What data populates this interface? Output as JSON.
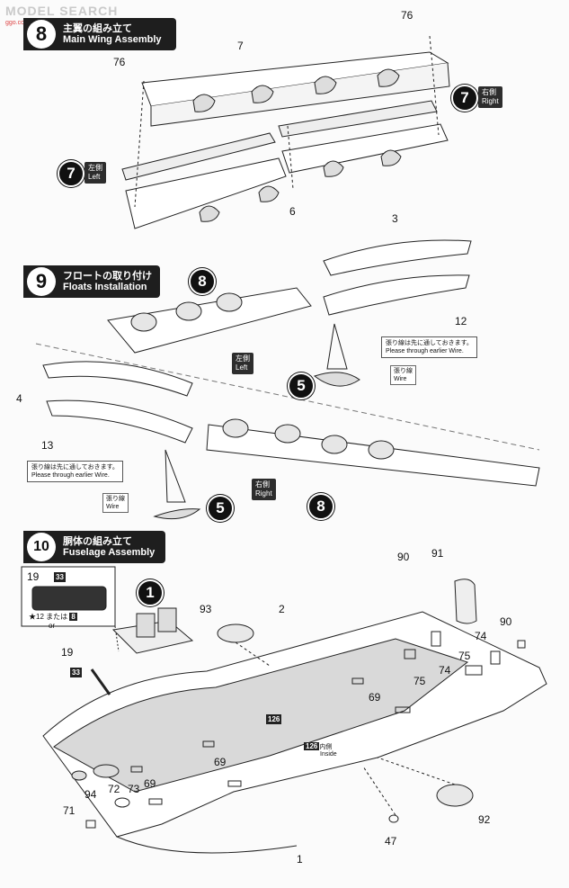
{
  "watermark": {
    "text": "MODEL SEARCH",
    "sub": "ggo.com"
  },
  "steps": [
    {
      "num": "8",
      "jp": "主翼の組み立て",
      "en": "Main Wing Assembly"
    },
    {
      "num": "9",
      "jp": "フロートの取り付け",
      "en": "Floats Installation"
    },
    {
      "num": "10",
      "jp": "胴体の組み立て",
      "en": "Fuselage Assembly"
    }
  ],
  "sides": {
    "right_jp": "右側",
    "right_en": "Right",
    "left_jp": "左側",
    "left_en": "Left"
  },
  "callouts": {
    "wire_jp": "張り線は先に通しておきます。",
    "wire_en": "Please through earlier Wire.",
    "wire_tag_jp": "張り線",
    "wire_tag_en": "Wire"
  },
  "inset": {
    "or_jp": "または",
    "or_en": "or",
    "decal_a": "12",
    "decal_b": "8",
    "decal_33": "33"
  },
  "inside": {
    "jp": "内側",
    "en": "Inside",
    "decal": "126"
  },
  "part_numbers": {
    "p76a": "76",
    "p76b": "76",
    "p7": "7",
    "p6": "6",
    "p7r": "7",
    "p7l": "7",
    "p3": "3",
    "p12": "12",
    "p4": "4",
    "p13": "13",
    "p8a": "8",
    "p8b": "8",
    "p5a": "5",
    "p5b": "5",
    "p90a": "90",
    "p91": "91",
    "p93": "93",
    "p2": "2",
    "p19a": "19",
    "p19b": "19",
    "p33": "33",
    "p74a": "74",
    "p74b": "74",
    "p75a": "75",
    "p75b": "75",
    "p90b": "90",
    "p69a": "69",
    "p69b": "69",
    "p69c": "69",
    "p126": "126",
    "p94": "94",
    "p72": "72",
    "p73": "73",
    "p71": "71",
    "p47": "47",
    "p92": "92",
    "p1": "1",
    "p1disc": "1"
  }
}
